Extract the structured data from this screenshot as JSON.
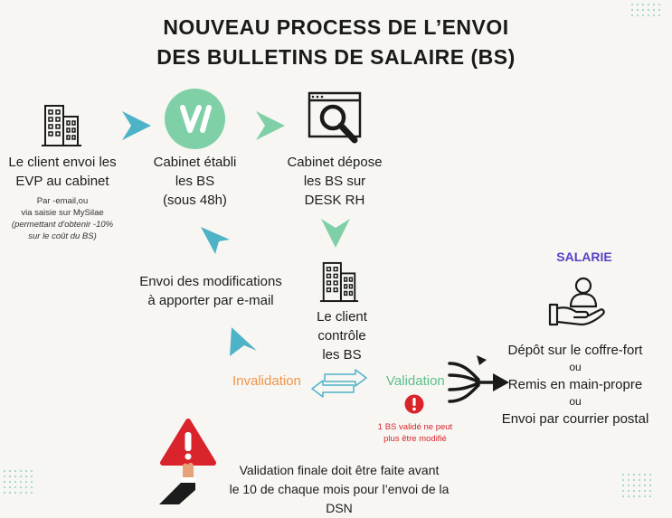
{
  "title": {
    "line1": "NOUVEAU PROCESS DE L’ENVOI",
    "line2": "DES BULLETINS DE SALAIRE (BS)"
  },
  "step_client": {
    "line1": "Le client envoi les",
    "line2": "EVP au cabinet",
    "note1": "Par -email,ou",
    "note2": "via saisie sur MySilae",
    "note3": "(permettant d'obtenir -10%",
    "note4": "sur le coût du BS)"
  },
  "step_cabinet": {
    "line1": "Cabinet établi",
    "line2": "les BS",
    "line3": "(sous 48h)"
  },
  "step_depot": {
    "line1": "Cabinet dépose",
    "line2": "les BS sur",
    "line3": "DESK RH"
  },
  "step_modifs": {
    "line1": "Envoi des modifications",
    "line2": "à apporter par e-mail"
  },
  "step_controle": {
    "line1": "Le client",
    "line2": "contrôle",
    "line3": "les BS"
  },
  "invalidation": "Invalidation",
  "validation": "Validation",
  "warning_note": {
    "line1": "1 BS validé ne peut",
    "line2": "plus être modifié"
  },
  "salarie": {
    "title": "SALARIE",
    "opt1": "Dépôt sur le coffre-fort",
    "or1": "ou",
    "opt2": "Remis en main-propre",
    "or2": "ou",
    "opt3": "Envoi par courrier postal"
  },
  "final_note": {
    "line1": "Validation finale doit être faite avant",
    "line2": "le 10 de chaque mois pour l’envoi de la DSN"
  },
  "colors": {
    "teal": "#4fb3c8",
    "green": "#7fd0a6",
    "orange": "#f0934a",
    "green_text": "#5cc08a",
    "purple": "#5b3fc4",
    "red": "#d9242b"
  }
}
